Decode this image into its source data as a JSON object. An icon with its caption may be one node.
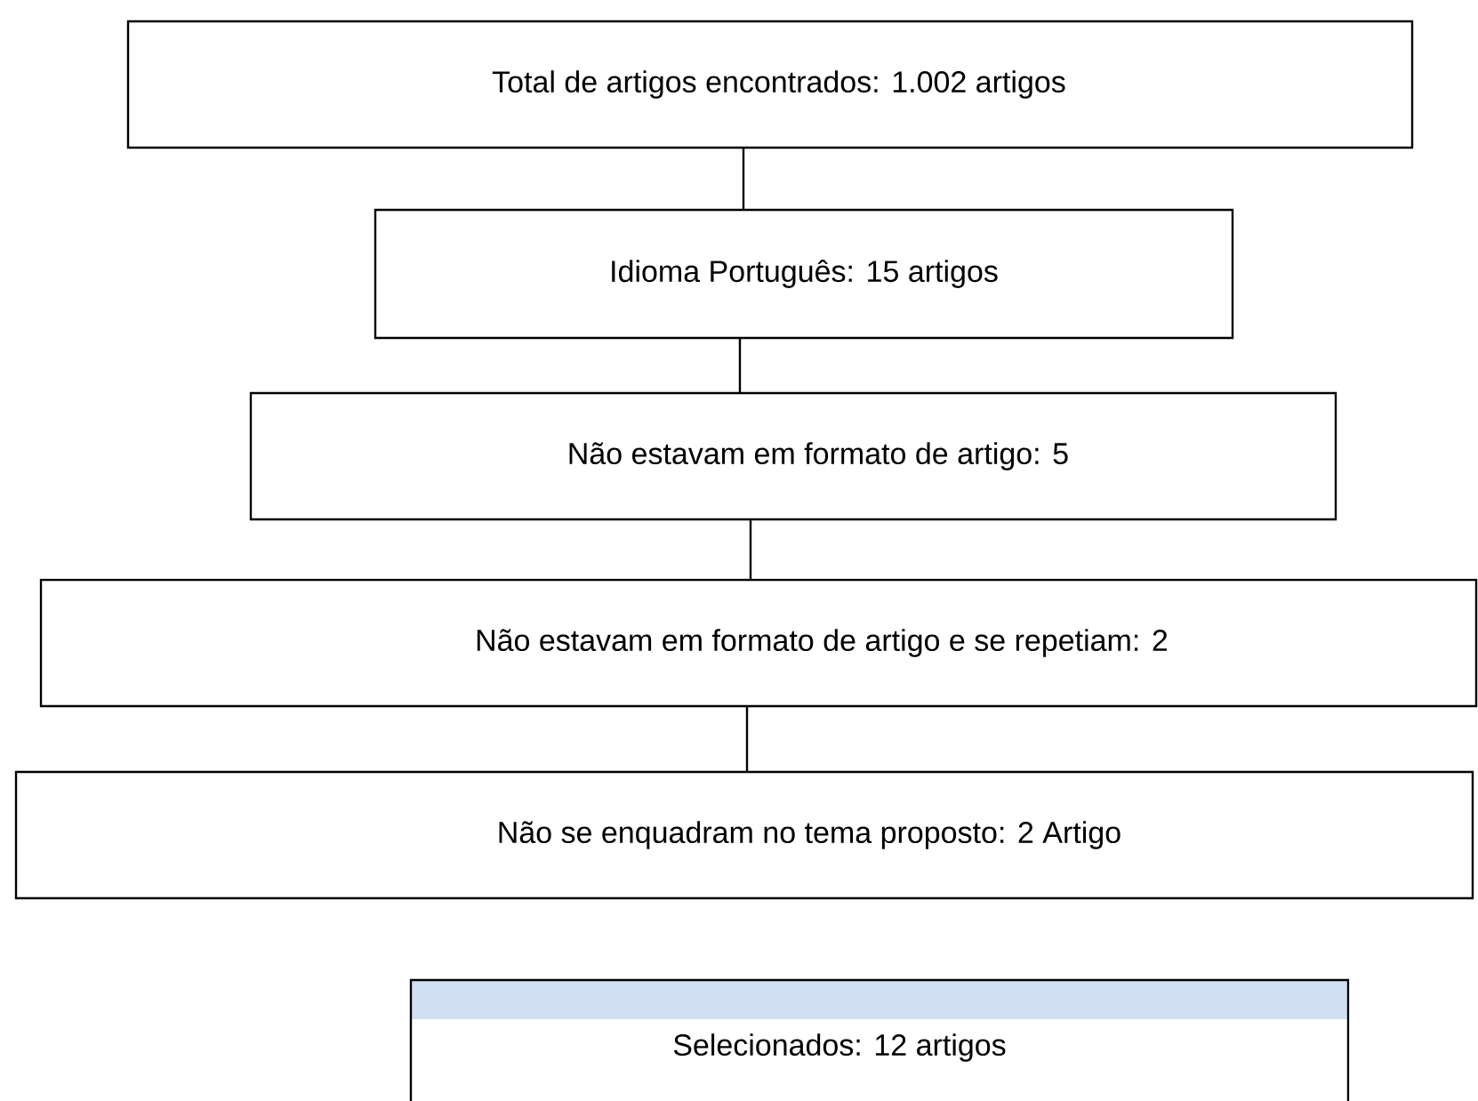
{
  "diagram": {
    "nodes": [
      {
        "text": [
          "Total de artigos encontrados: 1.002 artigos"
        ]
      },
      {
        "text": [
          "Idioma Português: 15 artigos"
        ]
      },
      {
        "text": [
          "Não estavam em formato de artigo: 5"
        ]
      },
      {
        "text": [
          "Não estavam em formato de artigo e se repetiam: 2"
        ]
      },
      {
        "text": [
          "Não se enquadram no tema proposto: 2 Artigo"
        ]
      },
      {
        "text": [
          "Selecionados: 12 artigos"
        ]
      }
    ],
    "edges": [
      {
        "from": 0,
        "to": 1,
        "arrow": "none"
      },
      {
        "from": 1,
        "to": 2,
        "arrow": "none"
      },
      {
        "from": 2,
        "to": 3,
        "arrow": "none"
      },
      {
        "from": 3,
        "to": 4,
        "arrow": "none"
      }
    ]
  }
}
